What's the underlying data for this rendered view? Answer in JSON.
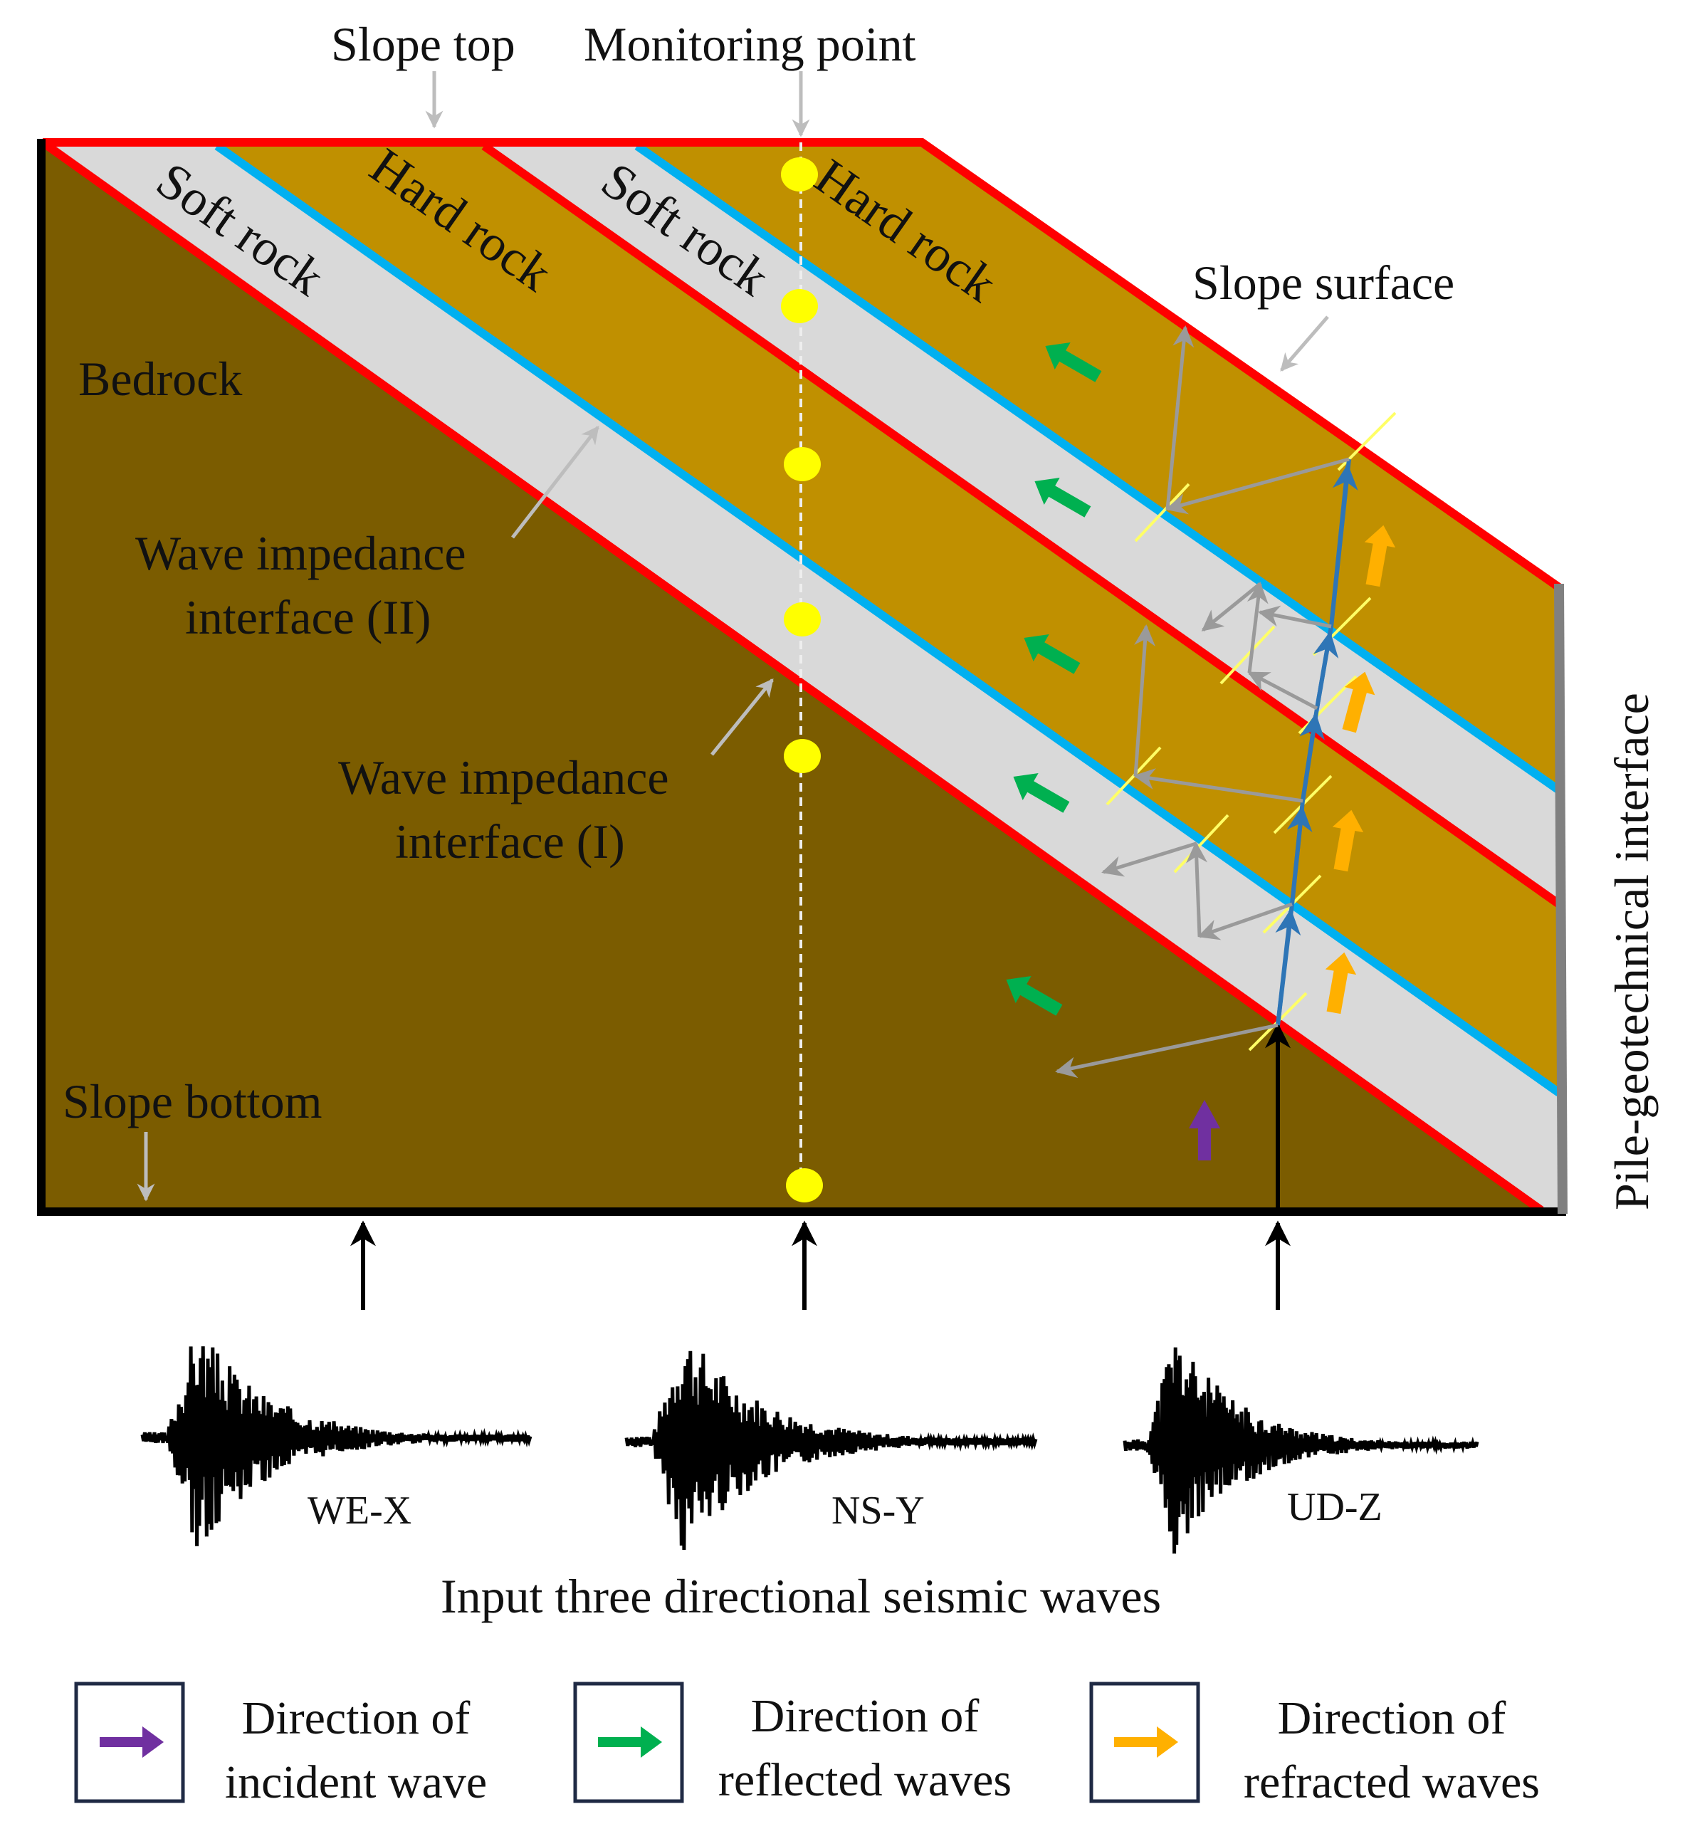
{
  "labels": {
    "slope_top": "Slope top",
    "monitoring_point": "Monitoring point",
    "slope_surface": "Slope surface",
    "bedrock": "Bedrock",
    "soft_rock": "Soft rock",
    "hard_rock": "Hard rock",
    "interface_2_line1": "Wave impedance",
    "interface_2_line2": "interface (II)",
    "interface_1_line1": "Wave impedance",
    "interface_1_line2": "interface (I)",
    "slope_bottom": "Slope bottom",
    "pile_interface": "Pile-geotechnical interface",
    "input_caption": "Input three directional seismic waves"
  },
  "waves": [
    {
      "name": "WE-X"
    },
    {
      "name": "NS-Y"
    },
    {
      "name": "UD-Z"
    }
  ],
  "legend": [
    {
      "line1": "Direction of",
      "line2": "incident wave",
      "color": "#7030A0"
    },
    {
      "line1": "Direction of",
      "line2": "reflected waves",
      "color": "#00B050"
    },
    {
      "line1": "Direction of",
      "line2": "refracted waves",
      "color": "#FFB000"
    }
  ],
  "colors": {
    "bedrock": "#7B5C00",
    "hard_rock": "#C09000",
    "soft_rock": "#D9D9D9",
    "interface_red": "#FF0000",
    "interface_blue": "#00B0F0",
    "monitoring_point": "#FFFF00",
    "ray_blue": "#2E75B6",
    "ray_gray": "#A6A6A6",
    "normal_yellow": "#FFFF66"
  }
}
